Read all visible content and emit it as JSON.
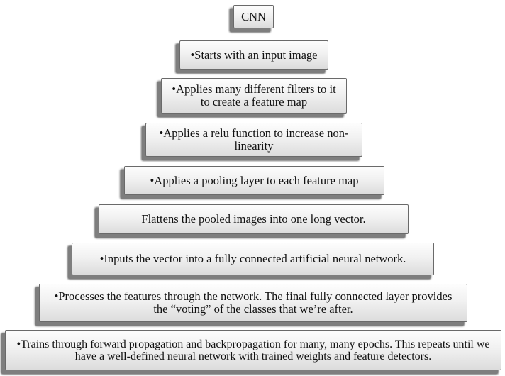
{
  "diagram": {
    "steps": [
      {
        "text": "CNN"
      },
      {
        "text": "•Starts with an input image"
      },
      {
        "text": "•Applies many different filters to it to create a feature map"
      },
      {
        "text": "•Applies a relu function to increase non-linearity"
      },
      {
        "text": "•Applies a pooling layer to each feature map"
      },
      {
        "text": "Flattens the pooled images into one long vector."
      },
      {
        "text": "•Inputs the vector into a fully connected artificial neural network."
      },
      {
        "text": "•Processes the features through the network. The final fully connected layer provides the “voting” of the classes that we’re after."
      },
      {
        "text": "•Trains through forward propagation and backpropagation for many, many epochs. This repeats until we have a well-defined neural network with trained weights and feature detectors."
      }
    ]
  }
}
